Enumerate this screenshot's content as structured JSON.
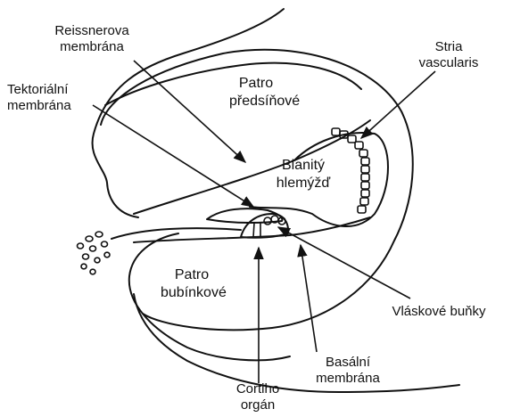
{
  "regions": {
    "scala_vestibuli": [
      "Patro",
      "předsíňové"
    ],
    "scala_media": [
      "Blanitý",
      "hlemýžď"
    ],
    "scala_tympani": [
      "Patro",
      "bubínkové"
    ]
  },
  "labels": {
    "reissner": [
      "Reissnerova",
      "membrána"
    ],
    "stria": [
      "Stria",
      "vascularis"
    ],
    "tectorial": [
      "Tektoriální",
      "membrána"
    ],
    "hair_cells": "Vláskové buňky",
    "corti": [
      "Cortiho",
      "orgán"
    ],
    "basilar": [
      "Basální",
      "membrána"
    ]
  },
  "colors": {
    "stroke": "#111111",
    "background": "#ffffff"
  }
}
